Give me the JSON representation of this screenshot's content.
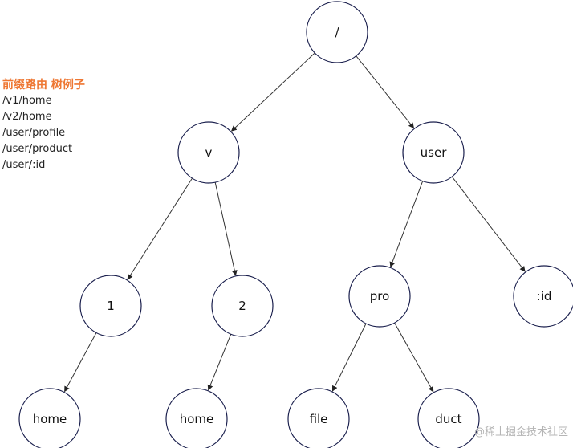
{
  "legend": {
    "title": "前缀路由 树例子",
    "routes": [
      "/v1/home",
      "/v2/home",
      "/user/profile",
      "/user/product",
      "/user/:id"
    ]
  },
  "tree": {
    "nodes": [
      {
        "id": "root",
        "label": "/"
      },
      {
        "id": "v",
        "label": "v"
      },
      {
        "id": "user",
        "label": "user"
      },
      {
        "id": "n1",
        "label": "1"
      },
      {
        "id": "n2",
        "label": "2"
      },
      {
        "id": "pro",
        "label": "pro"
      },
      {
        "id": "id",
        "label": ":id"
      },
      {
        "id": "home1",
        "label": "home"
      },
      {
        "id": "home2",
        "label": "home"
      },
      {
        "id": "file",
        "label": "file"
      },
      {
        "id": "duct",
        "label": "duct"
      }
    ],
    "edges": [
      {
        "from": "root",
        "to": "v"
      },
      {
        "from": "root",
        "to": "user"
      },
      {
        "from": "v",
        "to": "n1"
      },
      {
        "from": "v",
        "to": "n2"
      },
      {
        "from": "user",
        "to": "pro"
      },
      {
        "from": "user",
        "to": "id"
      },
      {
        "from": "n1",
        "to": "home1"
      },
      {
        "from": "n2",
        "to": "home2"
      },
      {
        "from": "pro",
        "to": "file"
      },
      {
        "from": "pro",
        "to": "duct"
      }
    ]
  },
  "colors": {
    "legend_title": "#ee7733",
    "node_stroke": "#1a1f4d",
    "edge_stroke": "#333333",
    "watermark": "#b5b5b5"
  },
  "watermark": "@稀土掘金技术社区"
}
